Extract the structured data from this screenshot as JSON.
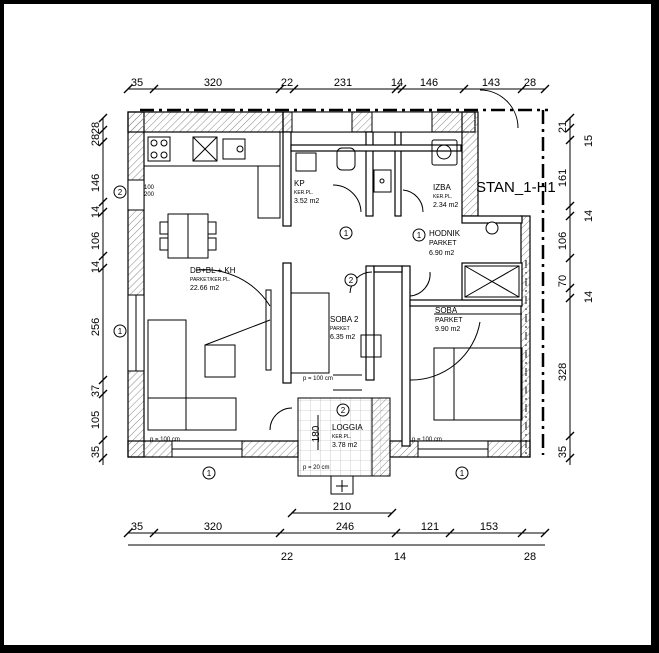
{
  "dims": {
    "top": [
      "35",
      "320",
      "22",
      "231",
      "14",
      "146",
      "143",
      "28"
    ],
    "bottom_upper": [
      "35",
      "320",
      "246",
      "121",
      "153"
    ],
    "bottom_lower": [
      "22",
      "14",
      "28"
    ],
    "left": [
      "28",
      "28",
      "146",
      "14",
      "106",
      "14",
      "256",
      "37",
      "105",
      "35"
    ],
    "right": [
      "21",
      "15",
      "161",
      "14",
      "106",
      "70",
      "14",
      "328",
      "35"
    ],
    "loggia_width": "210",
    "loggia_height": "180"
  },
  "rooms": {
    "kp": {
      "name": "KP",
      "floor": "KER.PL.",
      "area": "3.52 m2"
    },
    "izba": {
      "name": "IZBA",
      "floor": "KER.PL.",
      "area": "2.34 m2"
    },
    "hodnik": {
      "name": "HODNIK",
      "floor": "PARKET",
      "area": "6.90 m2"
    },
    "db": {
      "name": "DB+BL + KH",
      "floor": "PARKET/KER.PL.",
      "area": "22.66 m2"
    },
    "soba2": {
      "name": "SOBA 2",
      "floor": "PARKET",
      "area": "6.35 m2"
    },
    "soba": {
      "name": "SOBA",
      "floor": "PARKET",
      "area": "9.90 m2"
    },
    "loggia": {
      "name": "LOGGIA",
      "floor": "KER.PL.",
      "area": "3.78 m2"
    }
  },
  "apartment_label": "STAN_1-H1",
  "door_markers": [
    "1",
    "1",
    "1",
    "1",
    "1",
    "2",
    "2",
    "2"
  ],
  "window_notes": [
    "p = 100 cm",
    "p = 100 cm",
    "p = 100 cm",
    "p = 20 cm"
  ],
  "window_heights": [
    "100",
    "200"
  ]
}
